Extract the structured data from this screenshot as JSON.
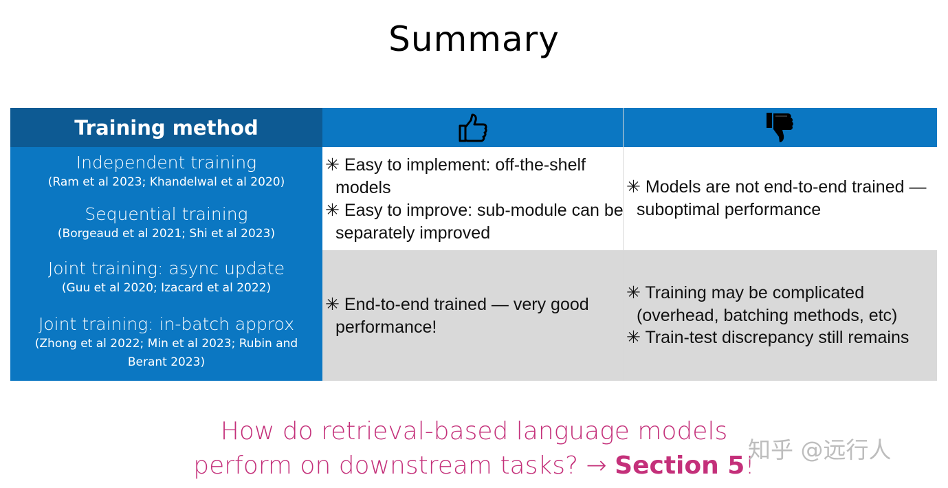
{
  "slide": {
    "title": "Summary"
  },
  "table": {
    "header": {
      "method": "Training method",
      "pros_icon": "thumbs-up-icon",
      "cons_icon": "thumbs-down-icon"
    },
    "methods": [
      {
        "name": "Independent training",
        "ref": "(Ram et al 2023; Khandelwal et al 2020)"
      },
      {
        "name": "Sequential training",
        "ref": "(Borgeaud et al 2021; Shi et al 2023)"
      },
      {
        "name": "Joint training: async update",
        "ref": "(Guu et al 2020; Izacard et al 2022)"
      },
      {
        "name": "Joint training: in-batch approx",
        "ref": "(Zhong et al 2022; Min et al 2023; Rubin and Berant 2023)"
      }
    ],
    "rows": [
      {
        "pros": [
          "✳ Easy to implement: off-the-shelf models",
          "✳ Easy to improve: sub-module can be separately improved"
        ],
        "cons": [
          "✳ Models are not end-to-end trained — suboptimal performance"
        ]
      },
      {
        "pros": [
          "✳ End-to-end trained — very good performance!"
        ],
        "cons": [
          "✳ Training may be complicated (overhead, batching methods, etc)",
          "✳ Train-test discrepancy still remains"
        ]
      }
    ],
    "colors": {
      "header_dark": "#0d5a93",
      "header": "#0b77c2",
      "method_bg": "#0b77c2",
      "row2_bg": "#d9d9d9"
    }
  },
  "footer": {
    "line1": "How do retrieval-based language models",
    "line2_prefix": "perform on downstream tasks? → ",
    "line2_bold": "Section 5",
    "line2_suffix": "!",
    "color": "#c4307a"
  },
  "watermark": "知乎 @远行人"
}
